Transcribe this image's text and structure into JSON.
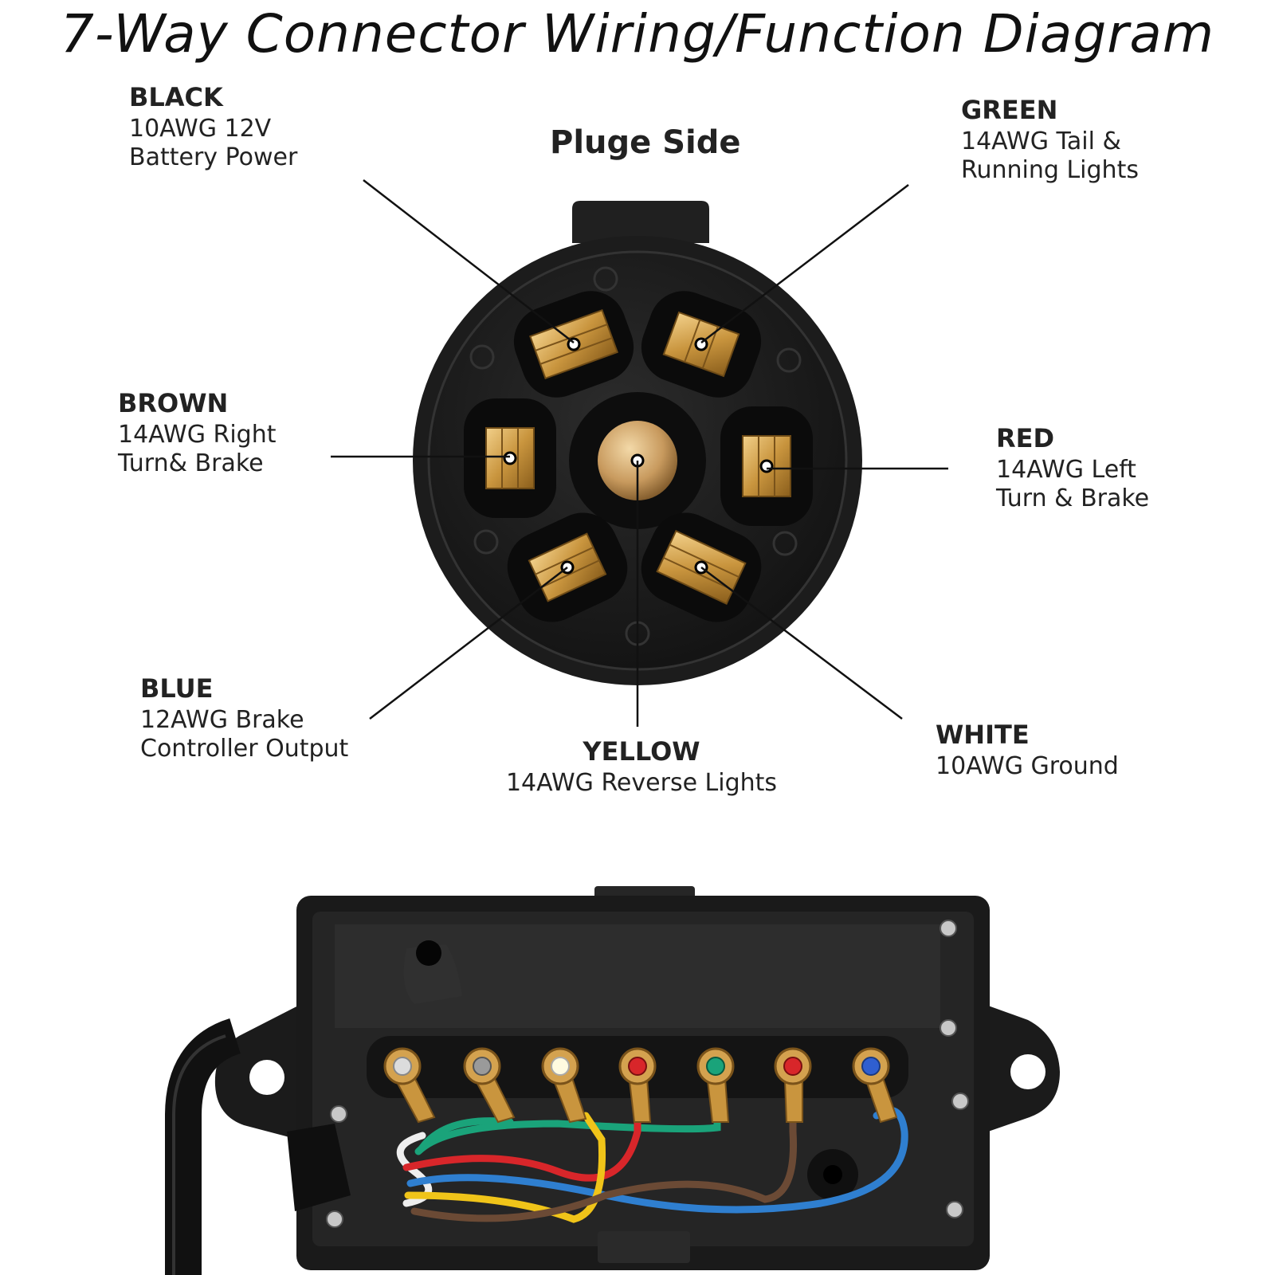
{
  "title": "7-Way Connector Wiring/Function Diagram",
  "subtitle": "Pluge Side",
  "pins": {
    "black": {
      "color_name": "BLACK",
      "spec": "10AWG 12V\nBattery Power"
    },
    "green": {
      "color_name": "GREEN",
      "spec": "14AWG Tail &\nRunning Lights"
    },
    "brown": {
      "color_name": "BROWN",
      "spec": "14AWG Right\nTurn& Brake"
    },
    "red": {
      "color_name": "RED",
      "spec": "14AWG Left\nTurn & Brake"
    },
    "blue": {
      "color_name": "BLUE",
      "spec": "12AWG Brake\nController Output"
    },
    "yellow": {
      "color_name": "YELLOW",
      "spec": "14AWG Reverse Lights"
    },
    "white": {
      "color_name": "WHITE",
      "spec": "10AWG Ground"
    }
  },
  "colors": {
    "housing": "#1e1e1e",
    "brass": "#c9953e",
    "wire_green": "#1aa37a",
    "wire_red": "#d8262a",
    "wire_blue": "#2f7fd0",
    "wire_yellow": "#f0c419",
    "wire_brown": "#6b4a35",
    "wire_white": "#f2f2f2"
  }
}
